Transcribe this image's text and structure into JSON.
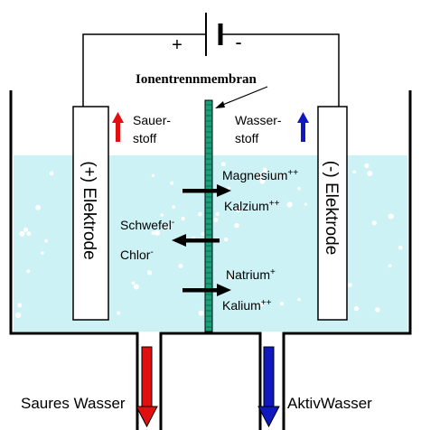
{
  "battery": {
    "plus": "+",
    "minus": "-"
  },
  "membrane": {
    "label": "Ionentrennmembran"
  },
  "left_electrode": {
    "label": "(+) Elektrode",
    "gas_line1": "Sauer-",
    "gas_line2": "stoff"
  },
  "right_electrode": {
    "label": "(-) Elektrode",
    "gas_line1": "Wasser-",
    "gas_line2": "stoff"
  },
  "ions": {
    "magnesium": {
      "name": "Magnesium",
      "charge": "++"
    },
    "kalzium": {
      "name": "Kalzium",
      "charge": "++"
    },
    "schwefel": {
      "name": "Schwefel",
      "charge": "-"
    },
    "chlor": {
      "name": "Chlor",
      "charge": "-"
    },
    "natrium": {
      "name": "Natrium",
      "charge": "+"
    },
    "kalium": {
      "name": "Kalium",
      "charge": "++"
    }
  },
  "outlets": {
    "left": "Saures Wasser",
    "right": "AktivWasser"
  },
  "colors": {
    "water": "#ccf2f5",
    "membrane": "#1aa07a",
    "acid_arrow": "#e01010",
    "active_arrow": "#1018c0",
    "bubble": "#ffffff"
  }
}
